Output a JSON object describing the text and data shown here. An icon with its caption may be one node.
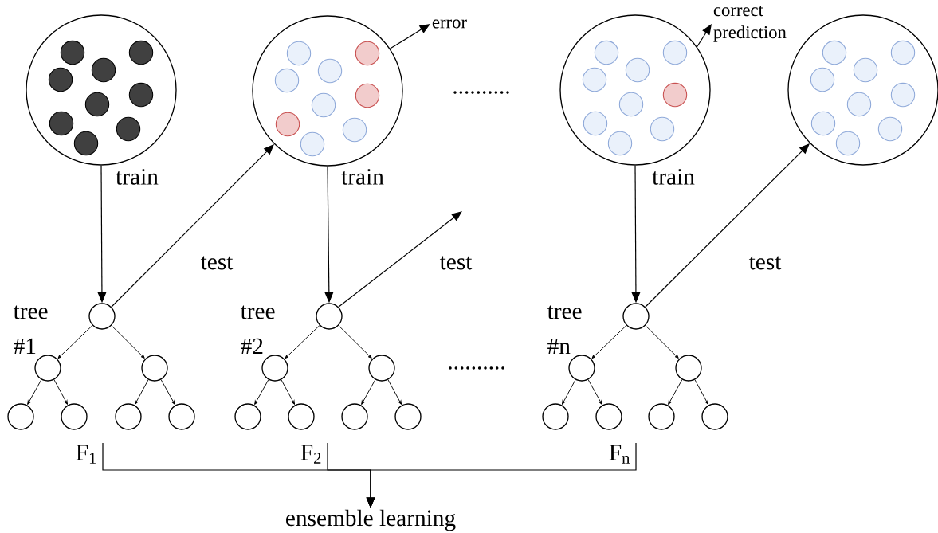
{
  "diagram": {
    "nodes": [
      {
        "text": [],
        "shape": "circle"
      },
      {
        "text": [],
        "shape": "circle"
      },
      {
        "text": [
          "error"
        ]
      },
      {
        "text": [],
        "shape": "circle"
      },
      {
        "text": [
          "correct prediction"
        ]
      },
      {
        "text": [],
        "shape": "circle"
      },
      {
        "text": [],
        "shape": "circle"
      },
      {
        "text": [],
        "shape": "circle"
      },
      {
        "text": [],
        "shape": "circle"
      },
      {
        "text": [],
        "shape": "circle"
      },
      {
        "text": [],
        "shape": "circle"
      },
      {
        "text": [],
        "shape": "circle"
      },
      {
        "text": [],
        "shape": "circle"
      },
      {
        "text": [],
        "shape": "circle"
      },
      {
        "text": [],
        "shape": "circle"
      },
      {
        "text": [],
        "shape": "circle"
      },
      {
        "text": [],
        "shape": "circle"
      },
      {
        "text": [],
        "shape": "circle"
      },
      {
        "text": [],
        "shape": "circle"
      },
      {
        "text": [],
        "shape": "circle"
      },
      {
        "text": [],
        "shape": "circle"
      },
      {
        "text": [],
        "shape": "circle"
      },
      {
        "text": [],
        "shape": "circle"
      },
      {
        "text": [],
        "shape": "circle"
      },
      {
        "text": [],
        "shape": "circle"
      },
      {
        "text": [],
        "shape": "circle"
      },
      {
        "text": [],
        "shape": "circle"
      },
      {
        "text": [
          "F$_{1}$"
        ]
      },
      {
        "text": [
          "F$_{2}$"
        ]
      },
      {
        "text": [
          "F$_{n}$"
        ]
      },
      {
        "text": [
          "ensemble learning"
        ]
      }
    ],
    "edges": [
      {
        "from": 0,
        "to": 6,
        "arrow": "to",
        "label": "train"
      },
      {
        "from": 6,
        "to": 1,
        "arrow": "to",
        "label": "test"
      },
      {
        "from": 1,
        "to": 13,
        "arrow": "to",
        "label": "train"
      },
      {
        "from": 13,
        "to": null,
        "arrow": "to",
        "label": "test"
      },
      {
        "from": 3,
        "to": 20,
        "arrow": "to",
        "label": "train"
      },
      {
        "from": 20,
        "to": 5,
        "arrow": "to",
        "label": "test"
      },
      {
        "from": 1,
        "to": 2,
        "arrow": "to"
      },
      {
        "from": 3,
        "to": 4,
        "arrow": "to"
      },
      {
        "from": 6,
        "to": 7,
        "arrow": "to"
      },
      {
        "from": 6,
        "to": 8,
        "arrow": "to"
      },
      {
        "from": 7,
        "to": 9,
        "arrow": "to"
      },
      {
        "from": 7,
        "to": 10,
        "arrow": "to"
      },
      {
        "from": 8,
        "to": 11,
        "arrow": "to"
      },
      {
        "from": 8,
        "to": 12,
        "arrow": "to"
      },
      {
        "from": 13,
        "to": 14,
        "arrow": "to"
      },
      {
        "from": 13,
        "to": 15,
        "arrow": "to"
      },
      {
        "from": 14,
        "to": 16,
        "arrow": "to"
      },
      {
        "from": 14,
        "to": 17,
        "arrow": "to"
      },
      {
        "from": 15,
        "to": 18,
        "arrow": "to"
      },
      {
        "from": 15,
        "to": 19,
        "arrow": "to"
      },
      {
        "from": 20,
        "to": 21,
        "arrow": "to"
      },
      {
        "from": 20,
        "to": 22,
        "arrow": "to"
      },
      {
        "from": 21,
        "to": 23,
        "arrow": "to"
      },
      {
        "from": 21,
        "to": 24,
        "arrow": "to"
      },
      {
        "from": 22,
        "to": 25,
        "arrow": "to"
      },
      {
        "from": 22,
        "to": 26,
        "arrow": "to"
      },
      {
        "from": 27,
        "to": 30,
        "arrow": "to"
      },
      {
        "from": 28,
        "to": 30,
        "arrow": "to"
      },
      {
        "from": 29,
        "to": 30,
        "arrow": "to"
      }
    ],
    "labels": [
      "..........",
      "tree #1",
      "tree #2",
      "..........",
      "tree #n"
    ]
  }
}
